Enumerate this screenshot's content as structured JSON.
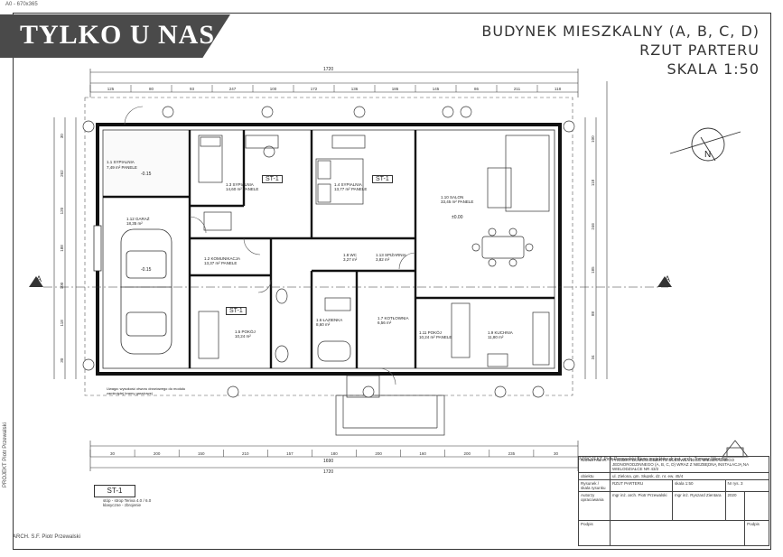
{
  "brand": {
    "text": "TYLKO U NAS"
  },
  "sheet_code": "A0 - 670x365",
  "title": {
    "line1": "BUDYNEK MIESZKALNY (A, B, C, D)",
    "line2": "RZUT PARTERU",
    "line3": "SKALA 1:50"
  },
  "section_marks": {
    "left": "A",
    "right": "A"
  },
  "north_label": "N",
  "rooms": [
    {
      "id": "1.1",
      "name": "1.1 SYPIALNIA",
      "area": "7,49 m² PANELE"
    },
    {
      "id": "1.2",
      "name": "1.2 KOMUNIKACJA",
      "area": "13,37 m² PANELE"
    },
    {
      "id": "1.3",
      "name": "1.3 SYPIALNIA",
      "area": "14,60 m² PANELE"
    },
    {
      "id": "1.4",
      "name": "1.4 SYPIALNIA",
      "area": "13,77 m² PANELE"
    },
    {
      "id": "1.5",
      "name": "1.5 POKÓJ",
      "area": "10,24 m²"
    },
    {
      "id": "1.6",
      "name": "1.6 ŁAZIENKA",
      "area": "8,60 m²"
    },
    {
      "id": "1.7",
      "name": "1.7 KOTŁOWNIA",
      "area": "6,56 m²"
    },
    {
      "id": "1.8",
      "name": "1.8 WC",
      "area": "3,27 m²"
    },
    {
      "id": "1.9",
      "name": "1.9 KUCHNIA",
      "area": "11,80 m²"
    },
    {
      "id": "1.10",
      "name": "1.10 SALON",
      "area": "33,45 m² PANELE"
    },
    {
      "id": "1.11",
      "name": "1.11 POKÓJ",
      "area": "10,24 m² PANELE"
    },
    {
      "id": "1.12",
      "name": "1.12 GARAŻ",
      "area": "18,35 m²"
    },
    {
      "id": "1.13",
      "name": "1.13 SPIŻARNIA",
      "area": "3,82 m²"
    }
  ],
  "labels": {
    "st1_a": "ST-1",
    "st1_b": "ST-1",
    "st1_c": "ST-1",
    "level_1": "±0.00",
    "level_2": "-0.15",
    "level_3": "-0.15",
    "garage_note": "Uwaga: wysokość otworu drzwiowego do modułu zamkniętej bramy garażowej"
  },
  "dims": {
    "top_total": "1720",
    "bottom_total": "1720",
    "bottom_inner": "1690",
    "top_segments": [
      "125",
      "80",
      "93",
      "247",
      "100",
      "172",
      "136",
      "186",
      "145",
      "86",
      "211",
      "118"
    ],
    "bottom_segments": [
      "30",
      "200",
      "150",
      "210",
      "157",
      "180",
      "200",
      "160",
      "200",
      "235",
      "30"
    ],
    "left_segments": [
      "30",
      "262",
      "120",
      "188",
      "100",
      "118",
      "30"
    ],
    "right_segments": [
      "100",
      "118",
      "246",
      "185",
      "88",
      "34"
    ]
  },
  "st1_legend": {
    "label": "ST-1",
    "note": "stóp - strop Teriva 4.0 / 6.0 klasyczne - zbrojenie"
  },
  "stamp": {
    "header": "P.PROJEKT  Piotr Przewalski  Biuro projektów dr inż. arch. Tomasz Wierzba",
    "row1_left": "Nazwa i adres",
    "row1_right": "PROJEKT DOMÓW OBIEKTU BUDOWLANEGO MIESZKALNEGO JEDNORODZINNEGO (A, B, C, D) WRAZ Z NIEZBĘDNĄ INSTALACJĄ NA WIELODZIAŁCE NR 43/2",
    "row2_left": "obiektu",
    "row2_right": "ul. Zielona, gm. Słupsk, dz. nr. ew. 45/4",
    "row3_left": "Rysunek / skala rysunku",
    "row3_mid": "RZUT PARTERU",
    "row3_scale": "skala 1:50",
    "row3_nr": "Nr rys. 3",
    "row4_left": "Autorzy opracowania",
    "row4_a": "mgr inż. arch. Piotr Przewalski",
    "row4_b": "mgr inż. Ryszard Zientara",
    "row4_date": "2020",
    "row5_left": "Podpis",
    "row5_sign": "Podpis"
  },
  "side_text": "PROJEKT  Piotr Przewalski",
  "bottom_left_text": "ARCH. S.F. Piotr Przewalski"
}
